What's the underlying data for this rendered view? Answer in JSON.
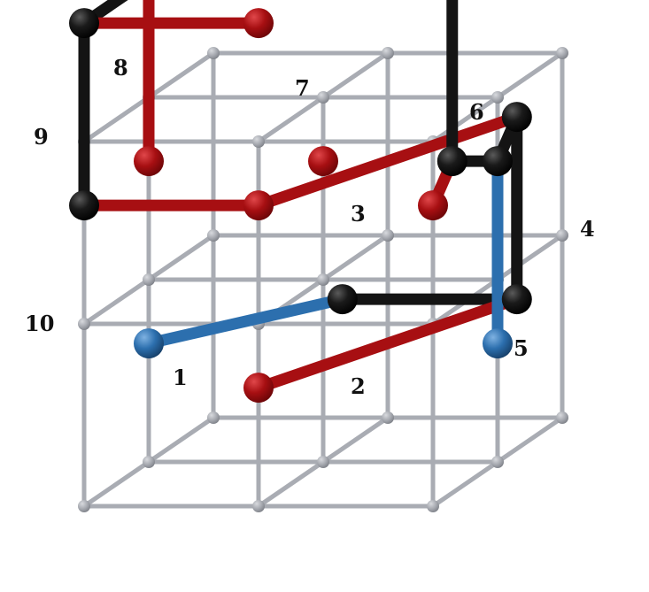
{
  "title": "",
  "palette": {
    "grid": "#a9acb3",
    "grid_node": "#a3a6ad",
    "black": "#141414",
    "red": "#a70f12",
    "blue": "#2c6fae",
    "background": "#ffffff"
  },
  "node_labels": [
    "1",
    "2",
    "3",
    "4",
    "5",
    "6",
    "7",
    "8",
    "9",
    "10"
  ],
  "lattice": {
    "size": [
      3,
      3,
      3
    ],
    "description_of_path": "numbered black nodes joined by black bonds; red and blue bonds connect lattice sites"
  }
}
